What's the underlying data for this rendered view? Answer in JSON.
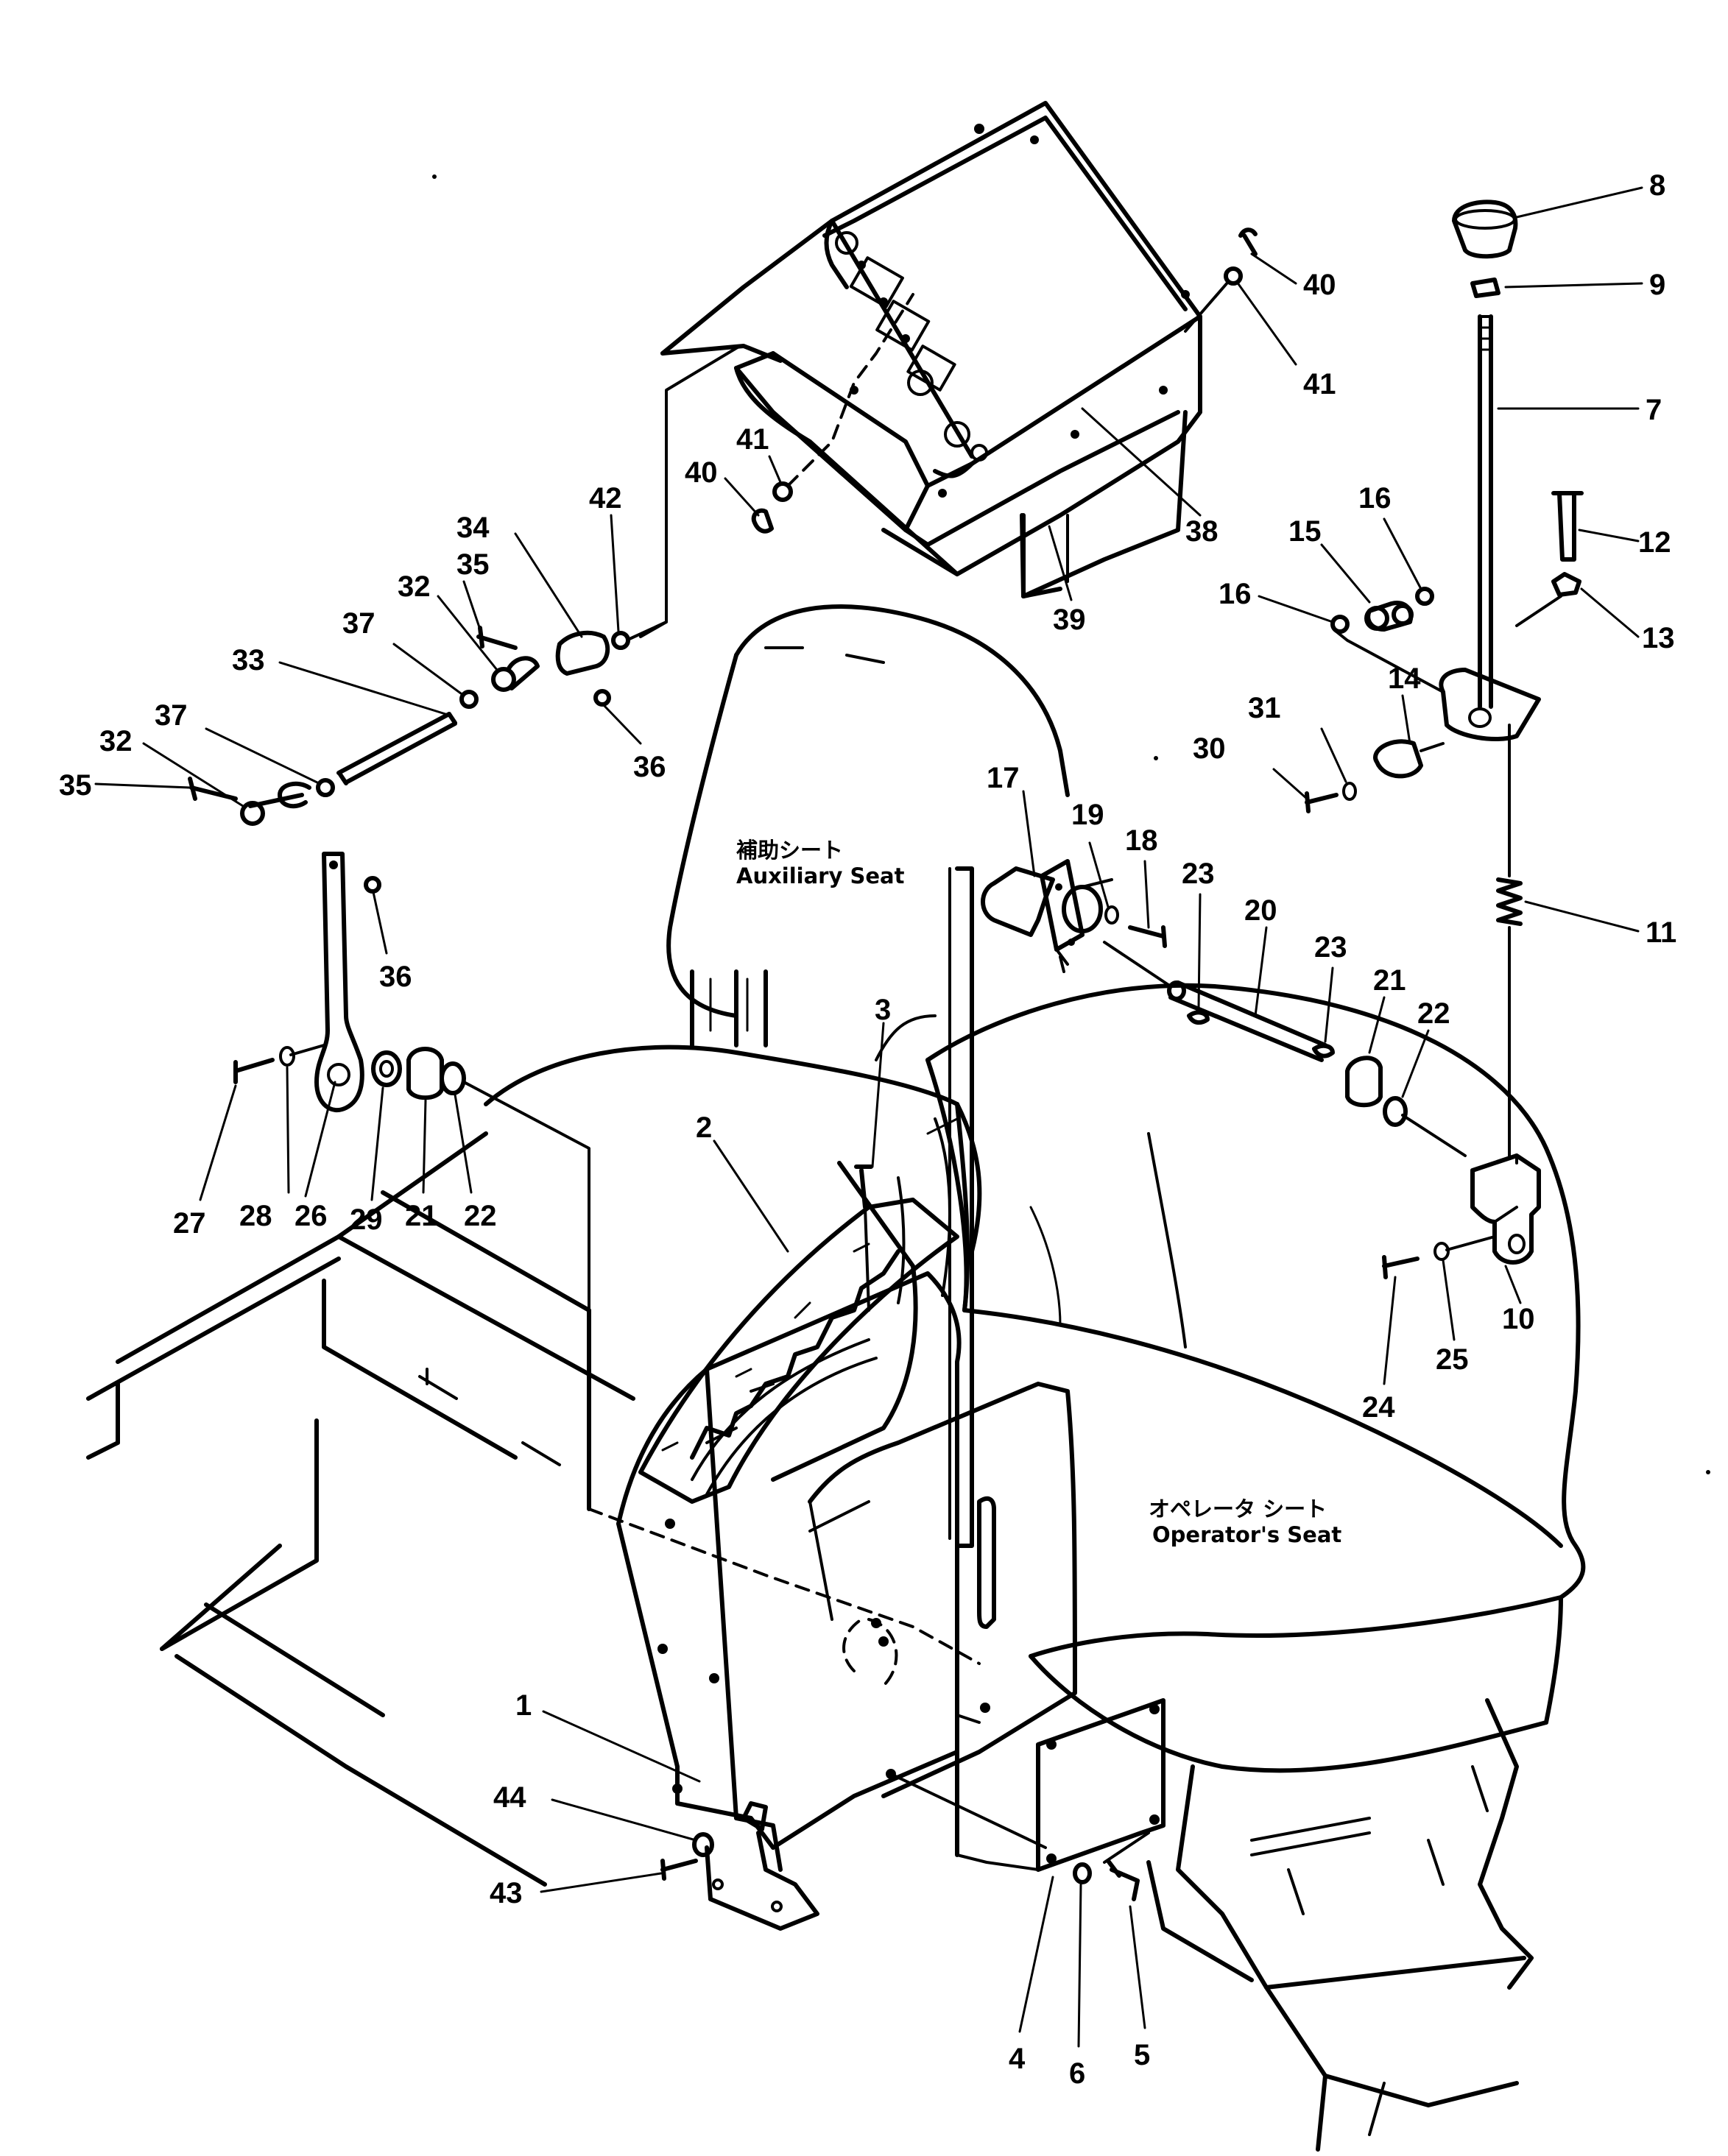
{
  "diagram": {
    "seat_labels": {
      "auxiliary_jp": "補助シート",
      "auxiliary_en": "Auxiliary Seat",
      "operator_jp": "オペレータ シート",
      "operator_en": "Operator's Seat"
    },
    "callouts": [
      {
        "id": "c1",
        "text": "1"
      },
      {
        "id": "c2",
        "text": "2"
      },
      {
        "id": "c3",
        "text": "3"
      },
      {
        "id": "c4",
        "text": "4"
      },
      {
        "id": "c5",
        "text": "5"
      },
      {
        "id": "c6",
        "text": "6"
      },
      {
        "id": "c7",
        "text": "7"
      },
      {
        "id": "c8",
        "text": "8"
      },
      {
        "id": "c9",
        "text": "9"
      },
      {
        "id": "c10",
        "text": "10"
      },
      {
        "id": "c11",
        "text": "11"
      },
      {
        "id": "c12",
        "text": "12"
      },
      {
        "id": "c13",
        "text": "13"
      },
      {
        "id": "c14",
        "text": "14"
      },
      {
        "id": "c15",
        "text": "15"
      },
      {
        "id": "c16a",
        "text": "16"
      },
      {
        "id": "c16b",
        "text": "16"
      },
      {
        "id": "c17",
        "text": "17"
      },
      {
        "id": "c18",
        "text": "18"
      },
      {
        "id": "c19",
        "text": "19"
      },
      {
        "id": "c20",
        "text": "20"
      },
      {
        "id": "c21a",
        "text": "21"
      },
      {
        "id": "c21b",
        "text": "21"
      },
      {
        "id": "c22a",
        "text": "22"
      },
      {
        "id": "c22b",
        "text": "22"
      },
      {
        "id": "c23a",
        "text": "23"
      },
      {
        "id": "c23b",
        "text": "23"
      },
      {
        "id": "c24",
        "text": "24"
      },
      {
        "id": "c25",
        "text": "25"
      },
      {
        "id": "c26",
        "text": "26"
      },
      {
        "id": "c27",
        "text": "27"
      },
      {
        "id": "c28",
        "text": "28"
      },
      {
        "id": "c29",
        "text": "29"
      },
      {
        "id": "c30",
        "text": "30"
      },
      {
        "id": "c31",
        "text": "31"
      },
      {
        "id": "c32a",
        "text": "32"
      },
      {
        "id": "c32b",
        "text": "32"
      },
      {
        "id": "c33",
        "text": "33"
      },
      {
        "id": "c34",
        "text": "34"
      },
      {
        "id": "c35a",
        "text": "35"
      },
      {
        "id": "c35b",
        "text": "35"
      },
      {
        "id": "c36a",
        "text": "36"
      },
      {
        "id": "c36b",
        "text": "36"
      },
      {
        "id": "c37a",
        "text": "37"
      },
      {
        "id": "c37b",
        "text": "37"
      },
      {
        "id": "c38",
        "text": "38"
      },
      {
        "id": "c39",
        "text": "39"
      },
      {
        "id": "c40a",
        "text": "40"
      },
      {
        "id": "c40b",
        "text": "40"
      },
      {
        "id": "c41a",
        "text": "41"
      },
      {
        "id": "c41b",
        "text": "41"
      },
      {
        "id": "c42",
        "text": "42"
      },
      {
        "id": "c43",
        "text": "43"
      },
      {
        "id": "c44",
        "text": "44"
      }
    ]
  }
}
